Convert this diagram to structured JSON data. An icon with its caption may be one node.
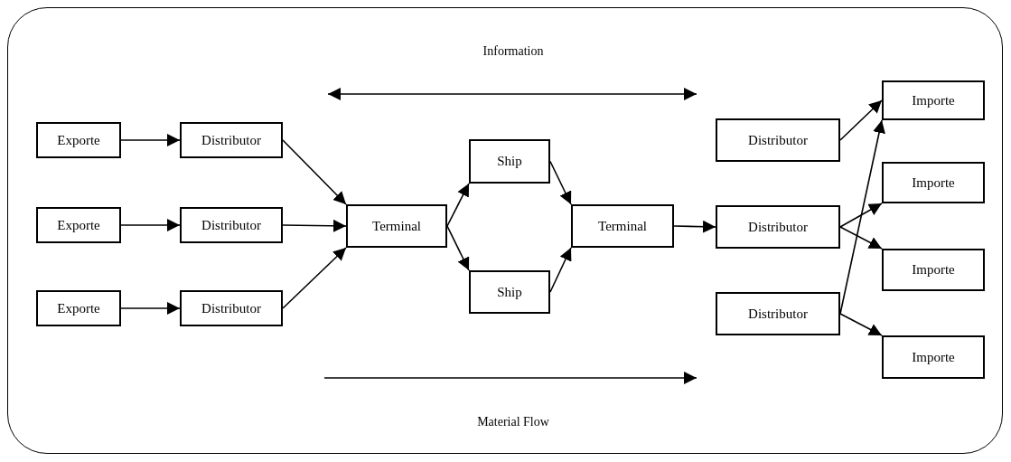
{
  "diagram": {
    "nodes": [
      {
        "text": [],
        "shape": "box"
      },
      {
        "text": [
          "Exporte"
        ],
        "in": 0
      },
      {
        "text": [
          "Distributor"
        ],
        "in": 0
      },
      {
        "text": [
          "Exporte"
        ],
        "in": 0
      },
      {
        "text": [
          "Distributor"
        ],
        "in": 0
      },
      {
        "text": [
          "Exporte"
        ],
        "in": 0
      },
      {
        "text": [
          "Distributor"
        ],
        "in": 0
      },
      {
        "text": [
          "Terminal"
        ],
        "in": 0
      },
      {
        "text": [
          "Ship"
        ],
        "in": 0
      },
      {
        "text": [
          "Ship"
        ],
        "in": 0
      },
      {
        "text": [
          "Terminal"
        ],
        "in": 0
      },
      {
        "text": [
          "Distributor"
        ],
        "in": 0
      },
      {
        "text": [
          "Distributor"
        ],
        "in": 0
      },
      {
        "text": [
          "Distributor"
        ],
        "in": 0
      },
      {
        "text": [
          "Importe"
        ],
        "in": 0
      },
      {
        "text": [
          "Importe"
        ],
        "in": 0
      },
      {
        "text": [
          "Importe"
        ],
        "in": 0
      },
      {
        "text": [
          "Importe"
        ],
        "in": 0
      }
    ],
    "edges": [
      {
        "from": 1,
        "to": 2,
        "arrow": "to"
      },
      {
        "from": 3,
        "to": 4,
        "arrow": "to"
      },
      {
        "from": 5,
        "to": 6,
        "arrow": "to"
      },
      {
        "from": 2,
        "to": 7,
        "arrow": "to"
      },
      {
        "from": 4,
        "to": 7,
        "arrow": "to"
      },
      {
        "from": 6,
        "to": 7,
        "arrow": "to"
      },
      {
        "from": 7,
        "to": 8,
        "arrow": "to"
      },
      {
        "from": 7,
        "to": 9,
        "arrow": "to"
      },
      {
        "from": 8,
        "to": 10,
        "arrow": "to"
      },
      {
        "from": 9,
        "to": 10,
        "arrow": "to"
      },
      {
        "from": 10,
        "to": 12,
        "arrow": "to"
      },
      {
        "from": 11,
        "to": 14,
        "arrow": "to"
      },
      {
        "from": 12,
        "to": 15,
        "arrow": "to"
      },
      {
        "from": 12,
        "to": 16,
        "arrow": "to"
      },
      {
        "from": 13,
        "to": 14,
        "arrow": "to"
      },
      {
        "from": 13,
        "to": 17,
        "arrow": "to"
      }
    ],
    "labels": [
      "Information",
      "Material Flow"
    ]
  }
}
